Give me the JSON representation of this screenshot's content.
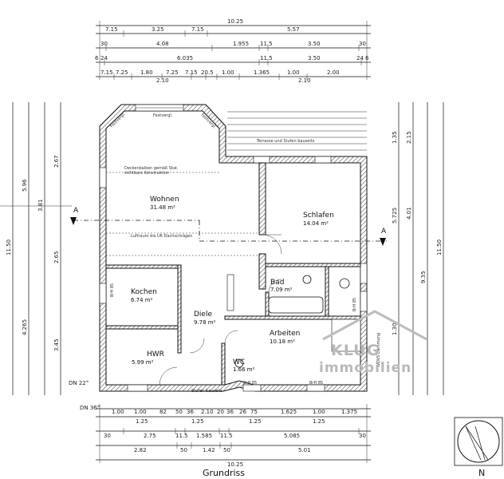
{
  "rooms": {
    "wohnen": {
      "name": "Wohnen",
      "area": "31.48 m²"
    },
    "schlafen": {
      "name": "Schlafen",
      "area": "14.04 m²"
    },
    "kochen": {
      "name": "Kochen",
      "area": "6.74 m²"
    },
    "diele": {
      "name": "Diele",
      "area": "9.78 m²"
    },
    "bad": {
      "name": "Bad",
      "area": "7.09 m²"
    },
    "arbeiten": {
      "name": "Arbeiten",
      "area": "10.18 m²"
    },
    "hwr": {
      "name": "HWR",
      "area": "5.99 m²"
    },
    "wc": {
      "name": "WC",
      "area": "1.66 m²"
    }
  },
  "notes": {
    "festverglasung_left": "Festvergl.",
    "festverglasung_mid": "Festvergl.",
    "festverglasung_right": "Festvergl.",
    "terrasse": "Terrasse und Stufen bauseits",
    "deckenbalken": "Deckenbalken gemäß Stat.",
    "deckenbalken2": "sichtbare Konstruktion",
    "luftraum": "Luftraum bis UK Dachschrägen",
    "stufen": "Stufen bauseits",
    "dn22": "DN 22°",
    "dn36": "DN 36°",
    "brh85_kochen": "BrH 85",
    "brh85_bad": "BrH 85",
    "brh85_wc": "BrH 85",
    "brh85_arb": "BrH 85",
    "wdvs": "WDVS Dämmung",
    "section_a": "A",
    "north": "N"
  },
  "dims": {
    "top_total": "10.25",
    "top_row2": [
      "7.15",
      "3.25",
      "7.15",
      "5.57"
    ],
    "top_row3": [
      "30",
      "4.08",
      "1.955",
      "11.5",
      "3.50",
      "30"
    ],
    "top_row4": [
      "6",
      "24",
      "6.035",
      "11.5",
      "3.50",
      "24",
      "6"
    ],
    "top_row5": [
      "7.15",
      "7.25",
      "1.80",
      "7.25",
      "7.15",
      "20.5",
      "1.00",
      "1.365",
      "1.00",
      "2.00"
    ],
    "top_row6": [
      "2.10",
      "2.10"
    ],
    "bottom_row1": [
      "DN 36°",
      "1.00",
      "1.00",
      "82",
      "50",
      "36",
      "2.10",
      "20",
      "36",
      "26",
      "75",
      "1.625",
      "1.00",
      "1.375"
    ],
    "bottom_row2": [
      "1.25",
      "1.25",
      "1.25",
      "1.25"
    ],
    "bottom_row3": [
      "30",
      "2.75",
      "11.5",
      "1.585",
      "11.5",
      "5.085",
      "30"
    ],
    "bottom_row4": [
      "2.82",
      "50",
      "1.42",
      "50",
      "5.01"
    ],
    "bottom_total": "10.25",
    "left_total": "11.50",
    "right_total": "11.50",
    "right_mid": "9.35",
    "right_sub": "5.725"
  },
  "title": "Grundriss",
  "logo": {
    "line1": "KLUG",
    "line2": "immobilien"
  }
}
